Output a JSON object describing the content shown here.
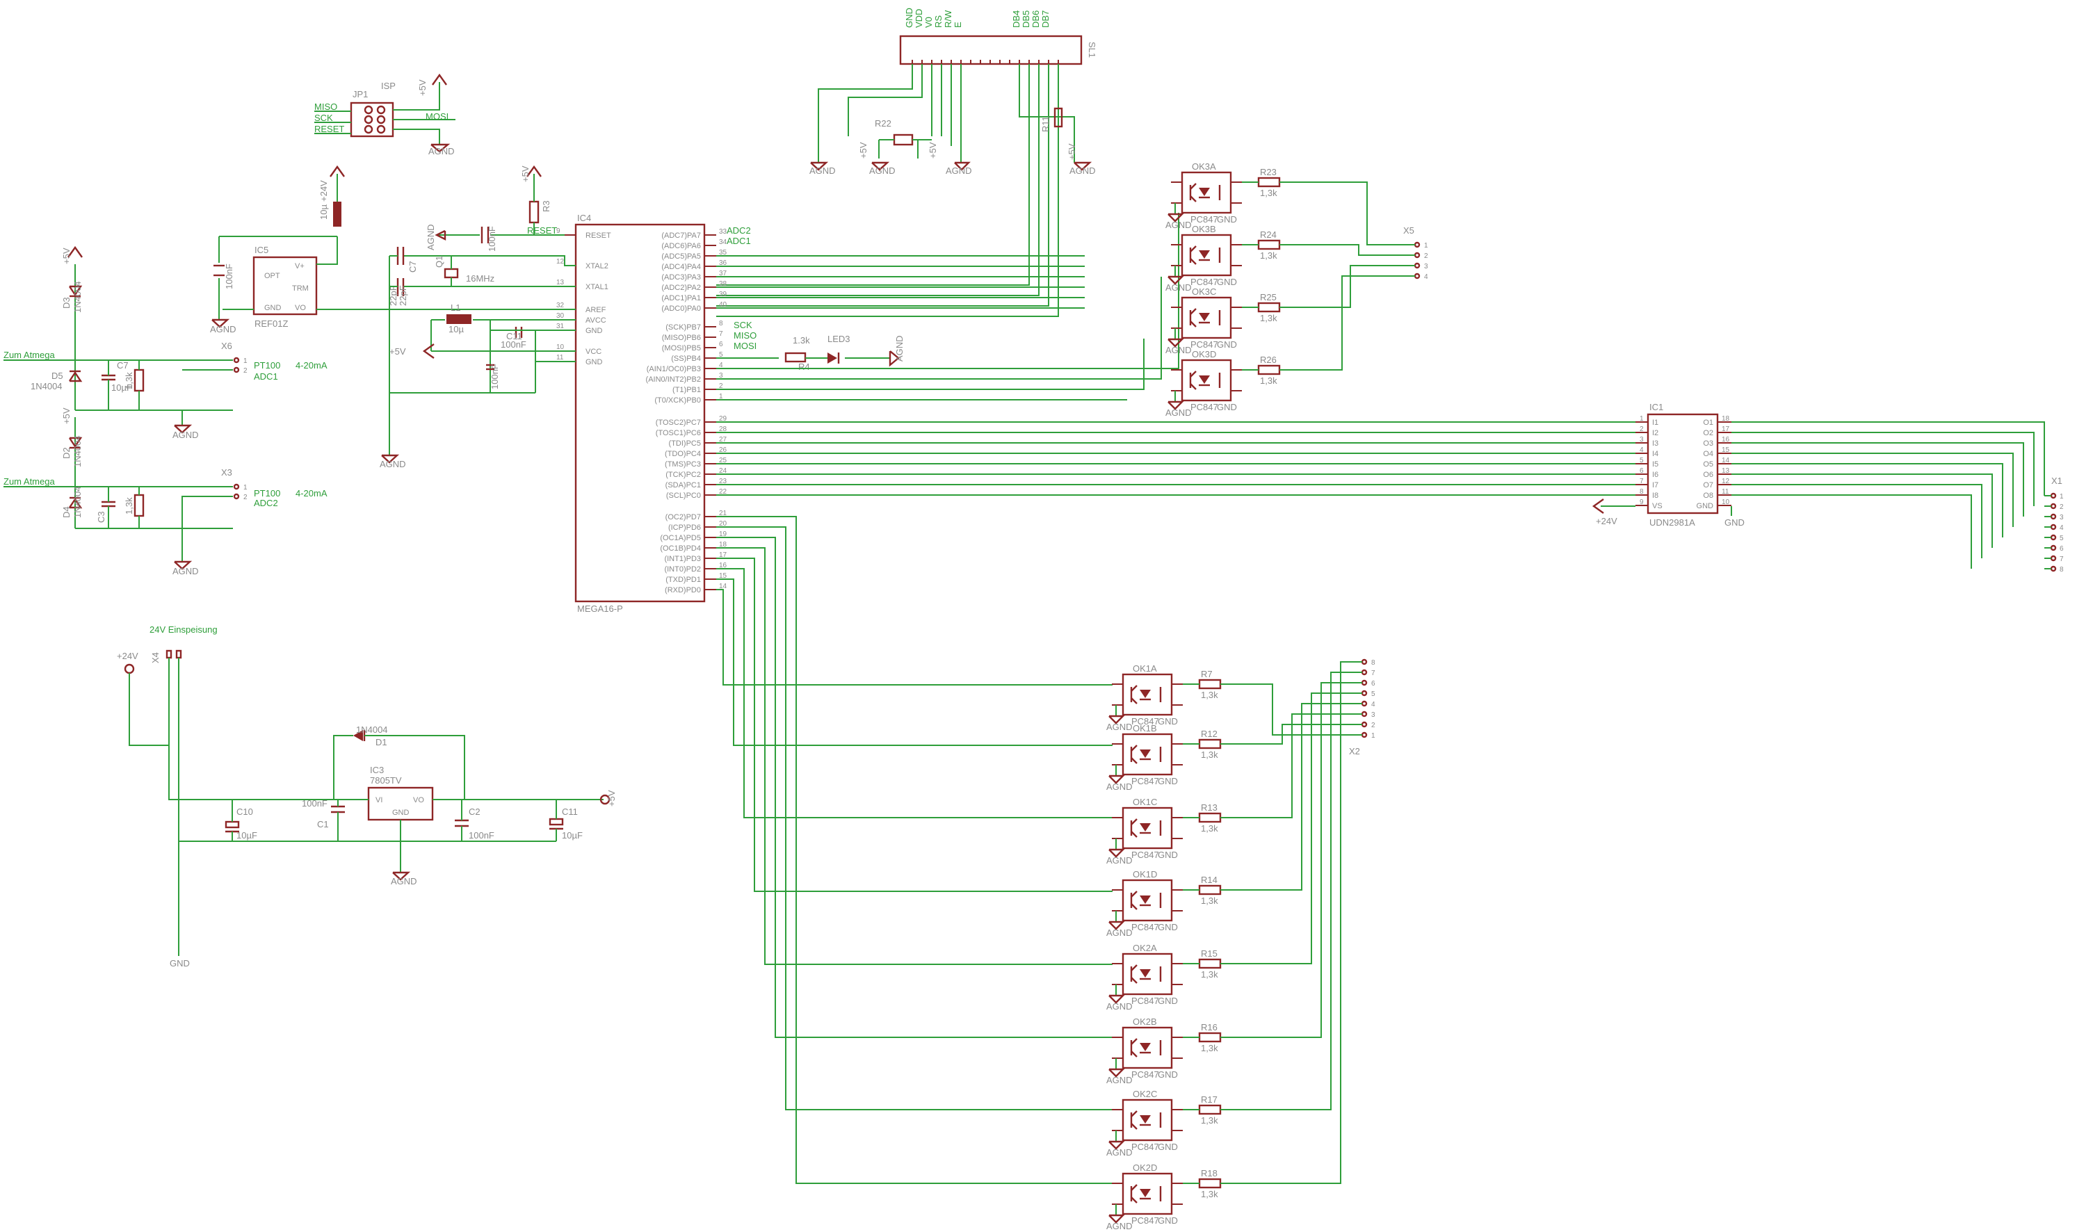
{
  "colors": {
    "wire": "#2e9e3a",
    "part": "#8e2626",
    "text": "#8a8a8a",
    "background": "#ffffff"
  },
  "labels": {
    "zum_atmega": "Zum Atmega",
    "pt100": "PT100",
    "ma": "4-20mA",
    "adc1": "ADC1",
    "adc2": "ADC2",
    "einspeisung": "24V Einspeisung",
    "sck": "SCK",
    "miso": "MISO",
    "mosi": "MOSI",
    "reset": "RESET",
    "isp": "ISP",
    "plus5": "+5V",
    "plus24": "+24V",
    "agnd": "AGND",
    "gnd": "GND",
    "k13": "1,3k",
    "k13b": "1.3k",
    "nf100": "100nF",
    "uf10": "10µF",
    "uf10b": "10µ",
    "pf22": "22pF",
    "mhz": "16MHz",
    "d1n4004": "1N4004"
  },
  "refs": {
    "ic4": "IC4",
    "mega": "MEGA16-P",
    "ic5": "IC5",
    "ref": "REF01Z",
    "ic1": "IC1",
    "udn": "UDN2981A",
    "ic3": "IC3",
    "reg": "7805TV",
    "jp1": "JP1",
    "sl1": "SL1",
    "x1": "X1",
    "x2": "X2",
    "x3": "X3",
    "x5": "X5",
    "x6": "X6",
    "x4": "X4",
    "r22": "R22",
    "r3": "R3",
    "r4": "R4",
    "r11": "R11",
    "led3": "LED3",
    "l1": "L1",
    "q1": "Q1",
    "d1": "D1",
    "d3": "D3",
    "d5": "D5",
    "d2": "D2",
    "d4": "D4",
    "c1": "C1",
    "c2": "C2",
    "c10": "C10",
    "c11": "C11",
    "c7": "C7",
    "c3": "C3",
    "c11b": "C11",
    "pc847": "PC847",
    "ref_opt": "OPT",
    "ref_trm": "TRM",
    "ref_gnd": "GND",
    "ref_vo": "VO",
    "ref_vp": "V+",
    "reg_vi": "VI",
    "reg_vo": "VO",
    "reg_gnd": "GND"
  },
  "lcd_pins": [
    "GND",
    "VDD",
    "V0",
    "RS",
    "R/W",
    "E",
    "DB4",
    "DB5",
    "DB6",
    "DB7"
  ],
  "mega_left": [
    "RESET",
    "XTAL2",
    "XTAL1",
    "AREF",
    "AVCC",
    "GND",
    "VCC",
    "GND"
  ],
  "mega_left_nums": [
    "9",
    "12",
    "13",
    "32",
    "30",
    "31",
    "10",
    "11"
  ],
  "mega_right": [
    "(ADC7)PA7",
    "(ADC6)PA6",
    "(ADC5)PA5",
    "(ADC4)PA4",
    "(ADC3)PA3",
    "(ADC2)PA2",
    "(ADC1)PA1",
    "(ADC0)PA0",
    "(SCK)PB7",
    "(MISO)PB6",
    "(MOSI)PB5",
    "(SS)PB4",
    "(AIN1/OC0)PB3",
    "(AIN0/INT2)PB2",
    "(T1)PB1",
    "(T0/XCK)PB0",
    "(TOSC2)PC7",
    "(TOSC1)PC6",
    "(TDI)PC5",
    "(TDO)PC4",
    "(TMS)PC3",
    "(TCK)PC2",
    "(SDA)PC1",
    "(SCL)PC0",
    "(OC2)PD7",
    "(ICP)PD6",
    "(OC1A)PD5",
    "(OC1B)PD4",
    "(INT1)PD3",
    "(INT0)PD2",
    "(TXD)PD1",
    "(RXD)PD0"
  ],
  "mega_right_nums": [
    "33",
    "34",
    "35",
    "36",
    "37",
    "38",
    "39",
    "40",
    "8",
    "7",
    "6",
    "5",
    "4",
    "3",
    "2",
    "1",
    "29",
    "28",
    "27",
    "26",
    "25",
    "24",
    "23",
    "22",
    "21",
    "20",
    "19",
    "18",
    "17",
    "16",
    "15",
    "14"
  ],
  "udn_in": [
    "I1",
    "I2",
    "I3",
    "I4",
    "I5",
    "I6",
    "I7",
    "I8",
    "VS"
  ],
  "udn_out": [
    "O1",
    "O2",
    "O3",
    "O4",
    "O5",
    "O6",
    "O7",
    "O8",
    "GND"
  ],
  "udn_in_nums": [
    "1",
    "2",
    "3",
    "4",
    "5",
    "6",
    "7",
    "8",
    "9"
  ],
  "udn_out_nums": [
    "18",
    "17",
    "16",
    "15",
    "14",
    "13",
    "12",
    "11",
    "10"
  ],
  "opto_top": [
    {
      "name": "OK3A",
      "res": "R23"
    },
    {
      "name": "OK3B",
      "res": "R24"
    },
    {
      "name": "OK3C",
      "res": "R25"
    },
    {
      "name": "OK3D",
      "res": "R26"
    }
  ],
  "opto_bottom": [
    {
      "name": "OK1A",
      "res": "R7"
    },
    {
      "name": "OK1B",
      "res": "R12"
    },
    {
      "name": "OK1C",
      "res": "R13"
    },
    {
      "name": "OK1D",
      "res": "R14"
    },
    {
      "name": "OK2A",
      "res": "R15"
    },
    {
      "name": "OK2B",
      "res": "R16"
    },
    {
      "name": "OK2C",
      "res": "R17"
    },
    {
      "name": "OK2D",
      "res": "R18"
    }
  ],
  "x1_pins": [
    "1",
    "2",
    "3",
    "4",
    "5",
    "6",
    "7",
    "8"
  ],
  "x2_pins": [
    "8",
    "7",
    "6",
    "5",
    "4",
    "3",
    "2",
    "1"
  ],
  "x5_pins": [
    "1",
    "2",
    "3",
    "4"
  ]
}
